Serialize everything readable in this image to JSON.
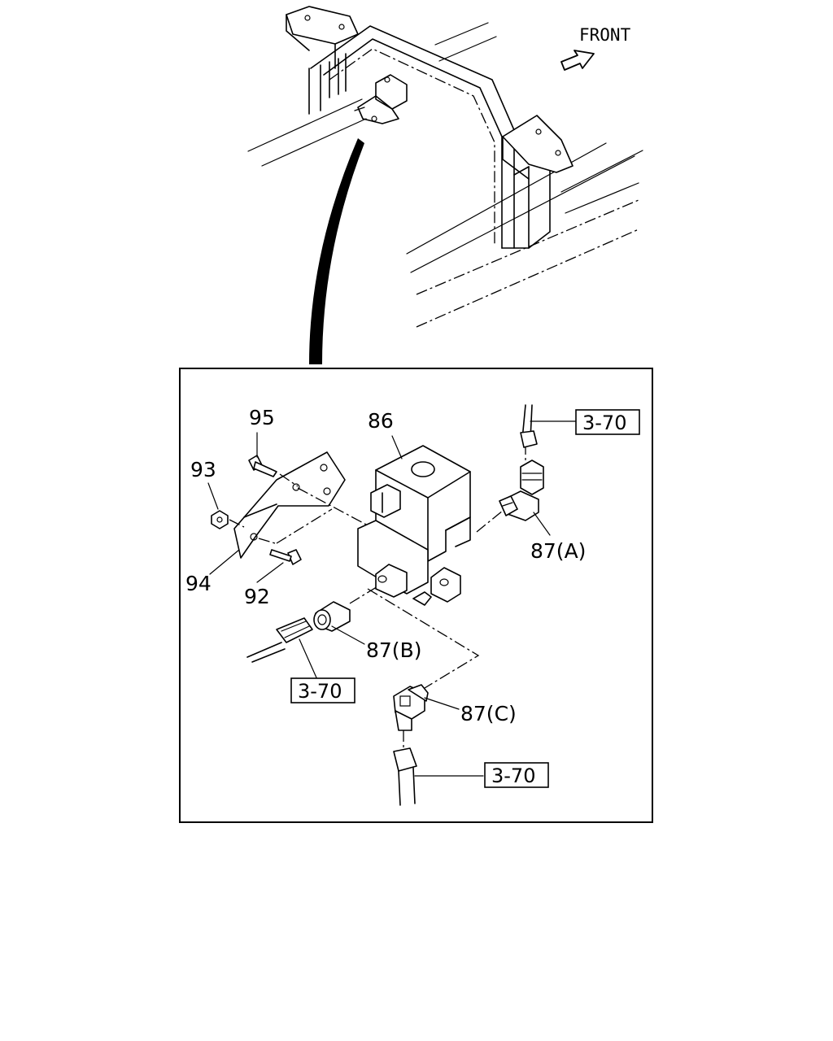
{
  "orientation": {
    "label": "FRONT",
    "icon": "front-arrow-icon"
  },
  "callouts": {
    "c86": "86",
    "c87a": "87(A)",
    "c87b": "87(B)",
    "c87c": "87(C)",
    "c92": "92",
    "c93": "93",
    "c94": "94",
    "c95": "95"
  },
  "references": {
    "ref_top": "3-70",
    "ref_left": "3-70",
    "ref_bottom": "3-70"
  }
}
